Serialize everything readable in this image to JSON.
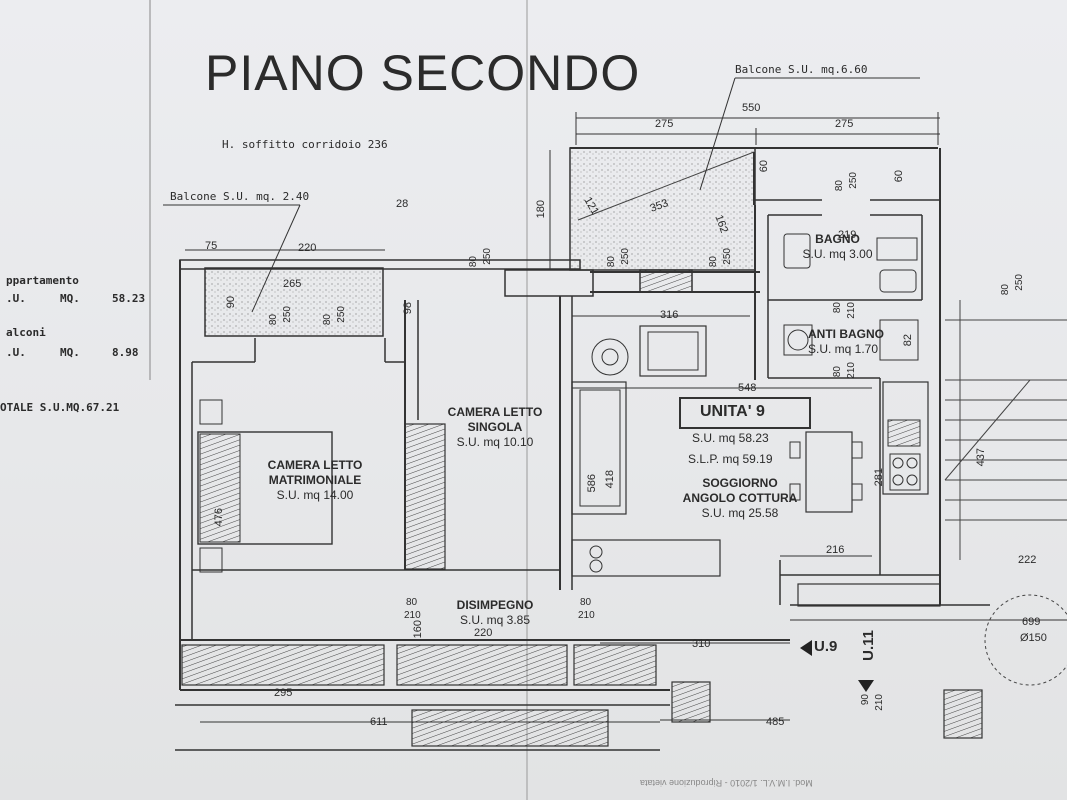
{
  "title": "PIANO SECONDO",
  "ceiling_note": "H. soffitto corridoio  236",
  "balcony_top": "Balcone S.U. mq.6.60",
  "balcony_left": "Balcone S.U. mq. 2.40",
  "side_table": {
    "appartamento_label": "ppartamento",
    "appartamento_su": ".U.",
    "appartamento_mq": "MQ.",
    "appartamento_value": "58.23",
    "balconi_label": "alconi",
    "balconi_su": ".U.",
    "balconi_mq": "MQ.",
    "balconi_value": "8.98",
    "totale": "OTALE S.U.MQ.67.21"
  },
  "unit": {
    "name": "UNITA' 9",
    "su": "S.U. mq 58.23",
    "sup": "S.L.P. mq 59.19"
  },
  "rooms": {
    "bagno": {
      "name": "BAGNO",
      "area": "S.U. mq 3.00"
    },
    "antibagno": {
      "name": "ANTI BAGNO",
      "area": "S.U. mq 1.70"
    },
    "camera_singola": {
      "name1": "CAMERA LETTO",
      "name2": "SINGOLA",
      "area": "S.U. mq 10.10"
    },
    "camera_matrimoniale": {
      "name1": "CAMERA LETTO",
      "name2": "MATRIMONIALE",
      "area": "S.U. mq 14.00"
    },
    "soggiorno": {
      "name1": "SOGGIORNO",
      "name2": "ANGOLO COTTURA",
      "area": "S.U. mq 25.58"
    },
    "disimpegno": {
      "name": "DISIMPEGNO",
      "area": "S.U. mq 3.85"
    }
  },
  "dimensions": {
    "d550": "550",
    "d275a": "275",
    "d275b": "275",
    "d180": "180",
    "d121": "121",
    "d353": "353",
    "d162": "162",
    "d60a": "60",
    "d60b": "60",
    "d75": "75",
    "d220a": "220",
    "d28": "28",
    "d265": "265",
    "d90": "90",
    "d98": "98",
    "d316": "316",
    "d548": "548",
    "d219": "219",
    "d82": "82",
    "d586": "586",
    "d418": "418",
    "d476": "476",
    "d281": "281",
    "d437": "437",
    "d216": "216",
    "d222": "222",
    "d310": "310",
    "d295": "295",
    "d220b": "220",
    "d611": "611",
    "d485": "485",
    "d699": "699",
    "d150": "Ø150",
    "d160": "160"
  },
  "door_labels": {
    "a80": "80",
    "a250": "250",
    "b80": "80",
    "b250": "250",
    "c80": "80",
    "c250": "250",
    "e80": "80",
    "e250": "250",
    "f80": "80",
    "f250": "250",
    "g80": "80",
    "g250": "250",
    "h80": "80",
    "h210": "210",
    "i80": "80",
    "i210": "210",
    "j80": "80",
    "j210": "210",
    "k80": "80",
    "k210": "210",
    "l90": "90",
    "l210": "210",
    "m80": "80",
    "m250": "250"
  },
  "stairs": {
    "u9": "U.9",
    "u11": "U.11"
  },
  "footer_print": "Mod. I.M.V.L. 1/2010 - Riproduzione vietata"
}
